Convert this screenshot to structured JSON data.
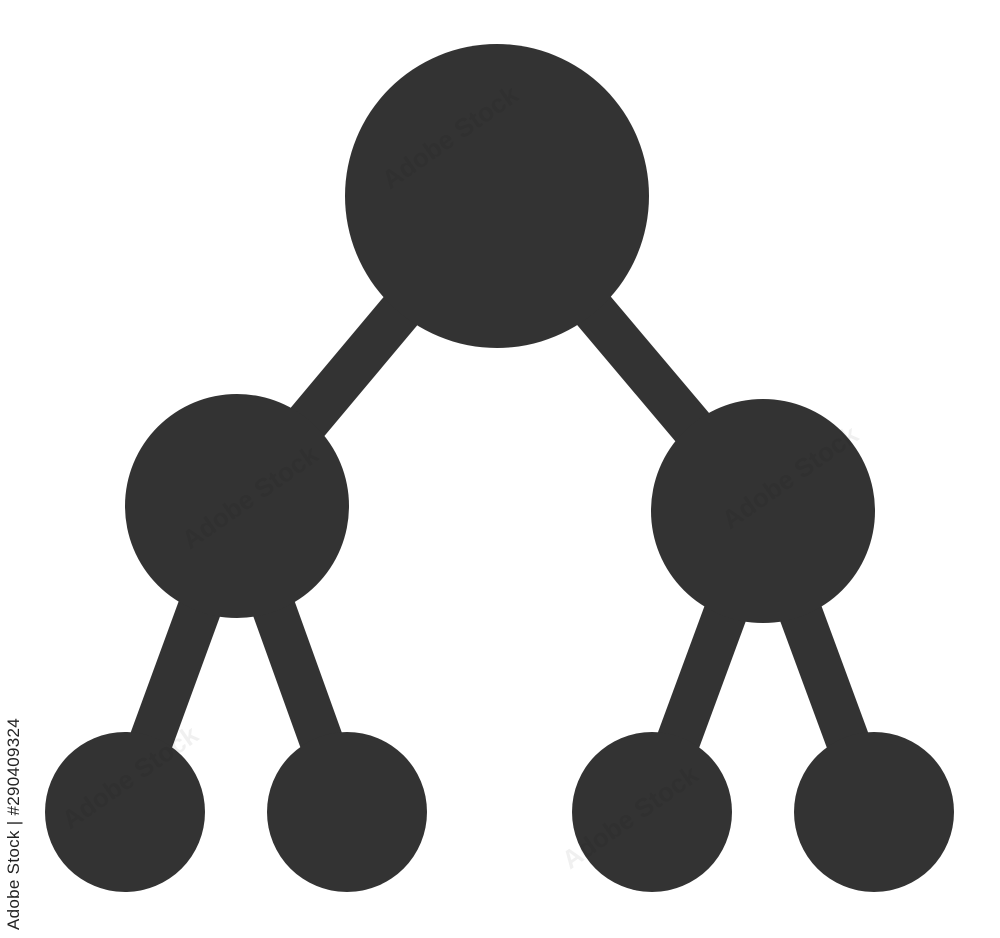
{
  "image": {
    "background": "#ffffff",
    "icon_color": "#333333",
    "icon_name": "hierarchy-tree-icon"
  },
  "watermark": {
    "text": "Adobe Stock",
    "stock_label": "Adobe Stock",
    "stock_number": "#290409324",
    "stock_id_text": "Adobe Stock | #290409324"
  }
}
